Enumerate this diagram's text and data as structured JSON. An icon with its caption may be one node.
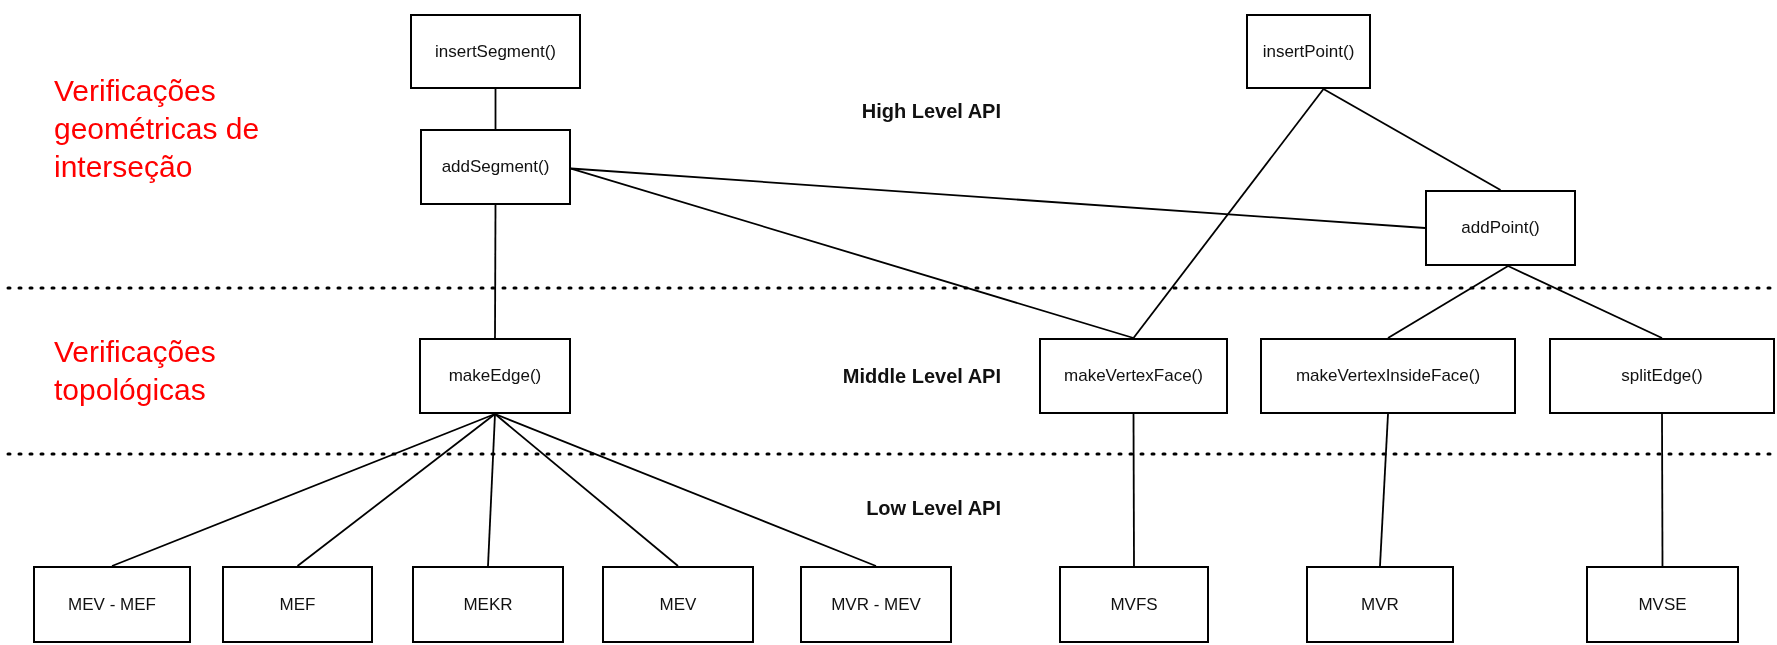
{
  "diagram": {
    "nodes": [
      {
        "text": [
          "insertSegment()"
        ]
      },
      {
        "text": [
          "addSegment()"
        ]
      },
      {
        "text": [
          "insertPoint()"
        ]
      },
      {
        "text": [
          "addPoint()"
        ]
      },
      {
        "text": [
          "makeEdge()"
        ]
      },
      {
        "text": [
          "makeVertexFace()"
        ]
      },
      {
        "text": [
          "makeVertexInsideFace()"
        ]
      },
      {
        "text": [
          "splitEdge()"
        ]
      },
      {
        "text": [
          "MEV - MEF"
        ]
      },
      {
        "text": [
          "MEF"
        ]
      },
      {
        "text": [
          "MEKR"
        ]
      },
      {
        "text": [
          "MEV"
        ]
      },
      {
        "text": [
          "MVR - MEV"
        ]
      },
      {
        "text": [
          "MVFS"
        ]
      },
      {
        "text": [
          "MVR"
        ]
      },
      {
        "text": [
          "MVSE"
        ]
      }
    ],
    "edges": [
      {
        "from": 0,
        "to": 1,
        "arrow": "none"
      },
      {
        "from": 1,
        "to": 4,
        "arrow": "none"
      },
      {
        "from": 1,
        "to": 5,
        "arrow": "none"
      },
      {
        "from": 1,
        "to": 3,
        "arrow": "none"
      },
      {
        "from": 2,
        "to": 5,
        "arrow": "none"
      },
      {
        "from": 2,
        "to": 3,
        "arrow": "none"
      },
      {
        "from": 3,
        "to": 6,
        "arrow": "none"
      },
      {
        "from": 3,
        "to": 7,
        "arrow": "none"
      },
      {
        "from": 4,
        "to": 8,
        "arrow": "none"
      },
      {
        "from": 4,
        "to": 9,
        "arrow": "none"
      },
      {
        "from": 4,
        "to": 10,
        "arrow": "none"
      },
      {
        "from": 4,
        "to": 11,
        "arrow": "none"
      },
      {
        "from": 4,
        "to": 12,
        "arrow": "none"
      },
      {
        "from": 5,
        "to": 13,
        "arrow": "none"
      },
      {
        "from": 6,
        "to": 14,
        "arrow": "none"
      },
      {
        "from": 7,
        "to": 15,
        "arrow": "none"
      }
    ],
    "labels": [
      "Verificações geométricas de interseção",
      "High Level API",
      "Verificações topológicas",
      "Middle Level API",
      "Low Level API"
    ]
  }
}
